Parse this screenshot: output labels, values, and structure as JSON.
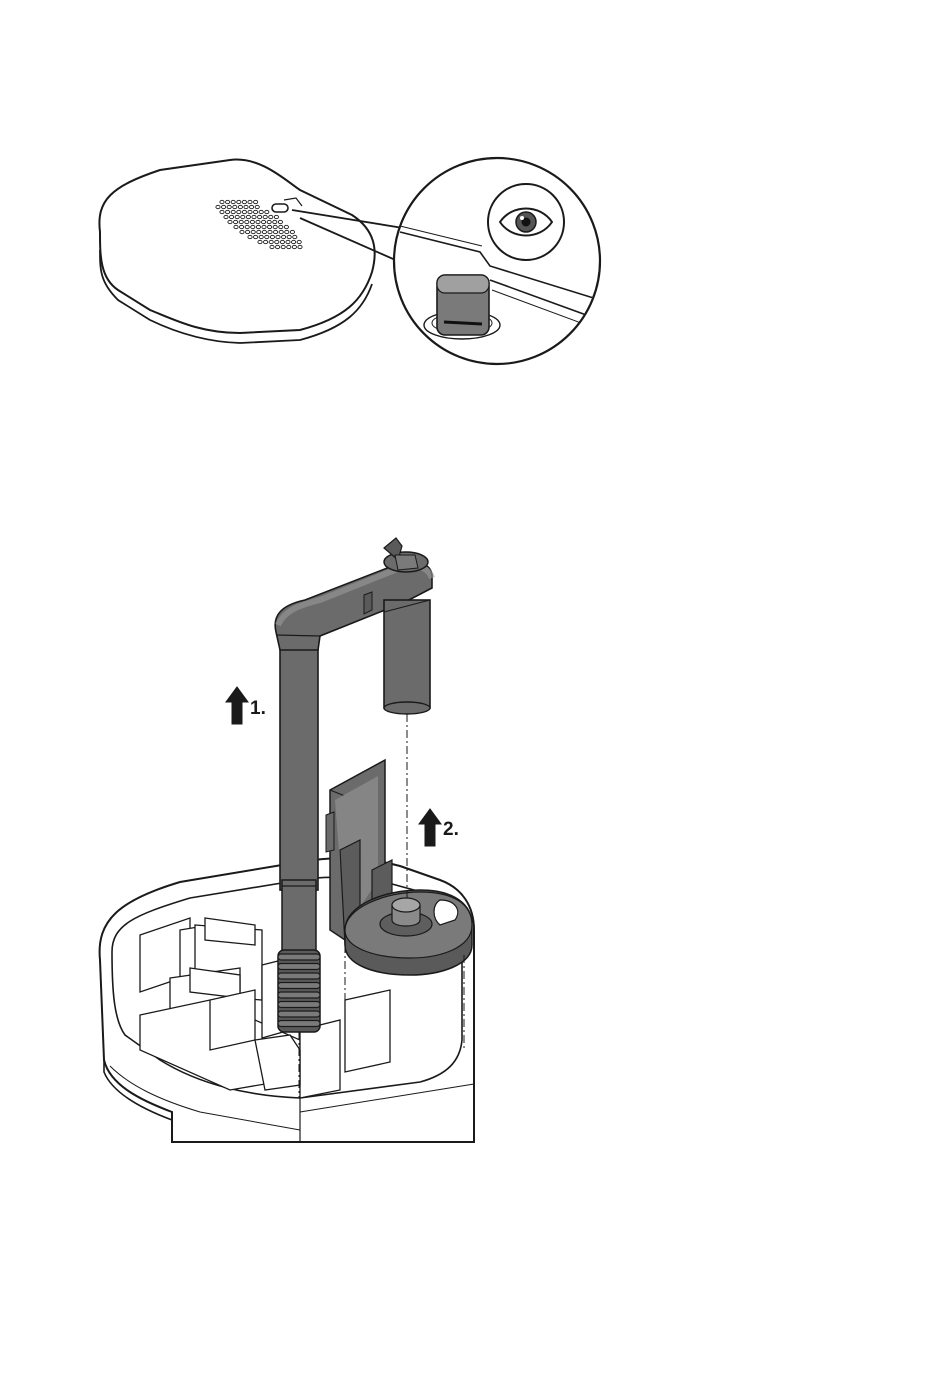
{
  "steps": [
    {
      "label": "1.",
      "action": "lift-tube",
      "icon": "arrow-up-icon"
    },
    {
      "label": "2.",
      "action": "lift-holder",
      "icon": "arrow-up-icon"
    }
  ],
  "detail_icon": "eye-icon",
  "colors": {
    "line": "#1a1a1a",
    "part_fill": "#6b6b6b",
    "part_dark": "#4e4e4e",
    "part_light": "#858585",
    "background": "#ffffff"
  }
}
